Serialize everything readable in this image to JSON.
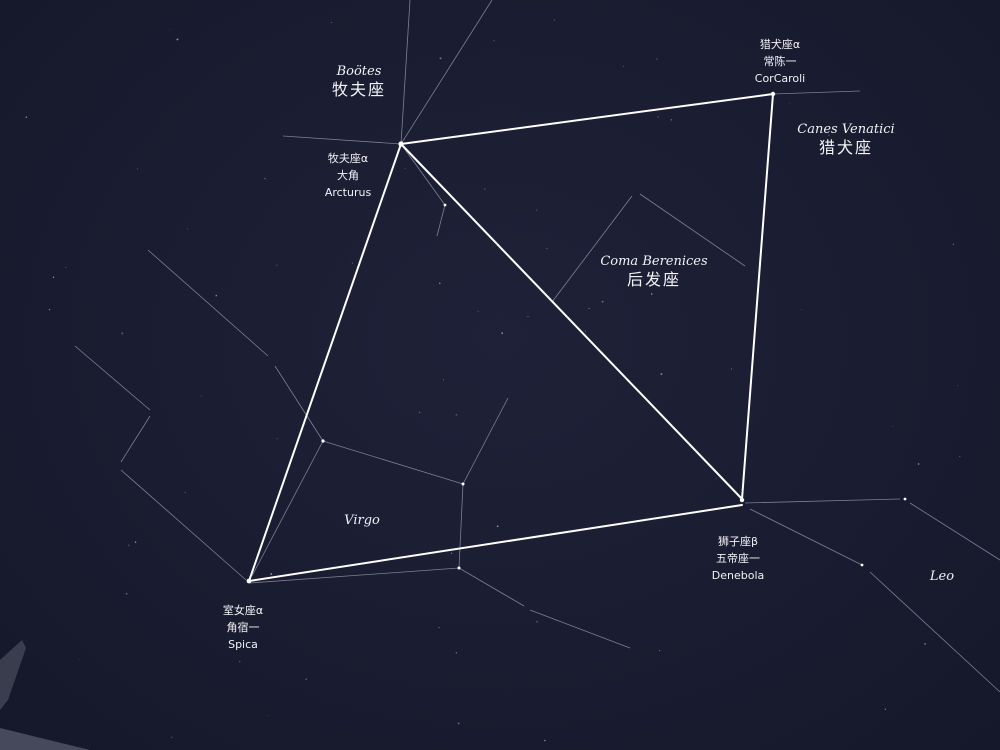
{
  "image": {
    "subject": "night-sky",
    "colors": {
      "sky": "#1a1c31",
      "main_line": "#ffffff",
      "figure_line": "#9ea0b4",
      "text": "#f2f2f6"
    }
  },
  "stars": {
    "arcturus": {
      "line1": "牧夫座α",
      "line2": "大角",
      "line3": "Arcturus"
    },
    "cor_caroli": {
      "line1": "猎犬座α",
      "line2": "常陈一",
      "line3": "CorCaroli"
    },
    "denebola": {
      "line1": "狮子座β",
      "line2": "五帝座一",
      "line3": "Denebola"
    },
    "spica": {
      "line1": "室女座α",
      "line2": "角宿一",
      "line3": "Spica"
    }
  },
  "constellations": {
    "bootes": {
      "latin": "Boötes",
      "chinese": "牧夫座"
    },
    "canes_venatici": {
      "latin": "Canes Venatici",
      "chinese": "猎犬座"
    },
    "coma_berenices": {
      "latin": "Coma Berenices",
      "chinese": "后发座"
    },
    "virgo": {
      "latin": "Virgo"
    },
    "leo": {
      "latin": "Leo"
    }
  }
}
